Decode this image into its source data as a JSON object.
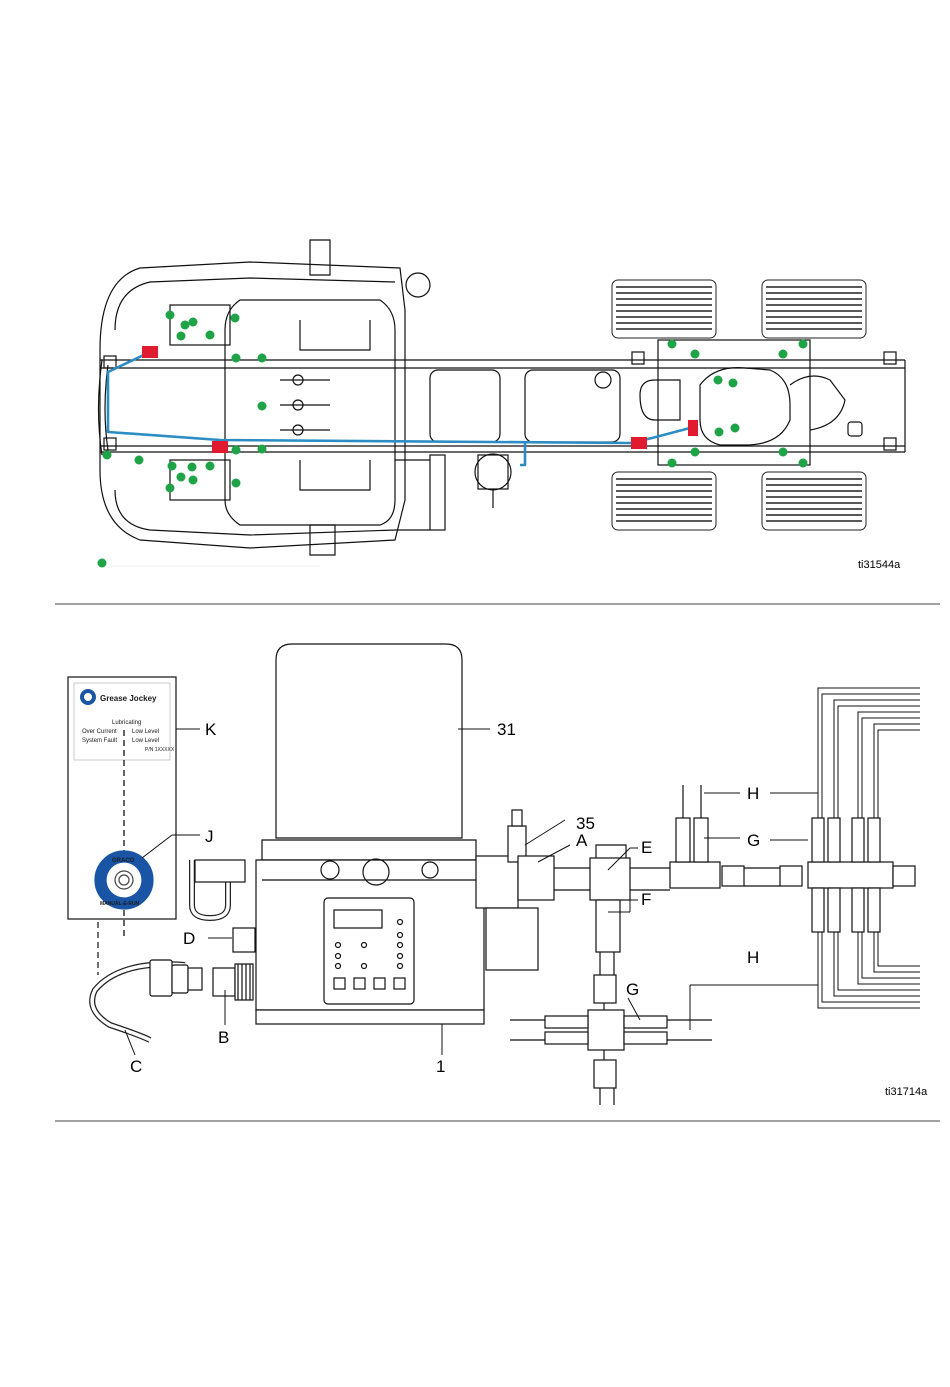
{
  "figure1": {
    "id_label": "ti31544a",
    "colors": {
      "line": "#2b8dc4",
      "injector": "#e01b2f",
      "point": "#1fa347"
    }
  },
  "figure2": {
    "id_label": "ti31714a",
    "callouts": {
      "k": "K",
      "j": "J",
      "d": "D",
      "b": "B",
      "c": "C",
      "one": "1",
      "thirtyone": "31",
      "thirtyfive": "35",
      "a": "A",
      "e": "E",
      "f": "F",
      "g_top": "G",
      "h_top": "H",
      "g_bottom": "G",
      "h_bottom": "H"
    },
    "control_card": {
      "brand": "Grease Jockey",
      "logo_text": "GRACO",
      "legend": [
        "Lubricating",
        "Over Current",
        "Low Level",
        "System Fault",
        "Low Level"
      ],
      "part_number": "P/N 1XXXXX",
      "knob_top": "GRACO",
      "knob_bottom": "MANUAL-E-RUN"
    }
  }
}
